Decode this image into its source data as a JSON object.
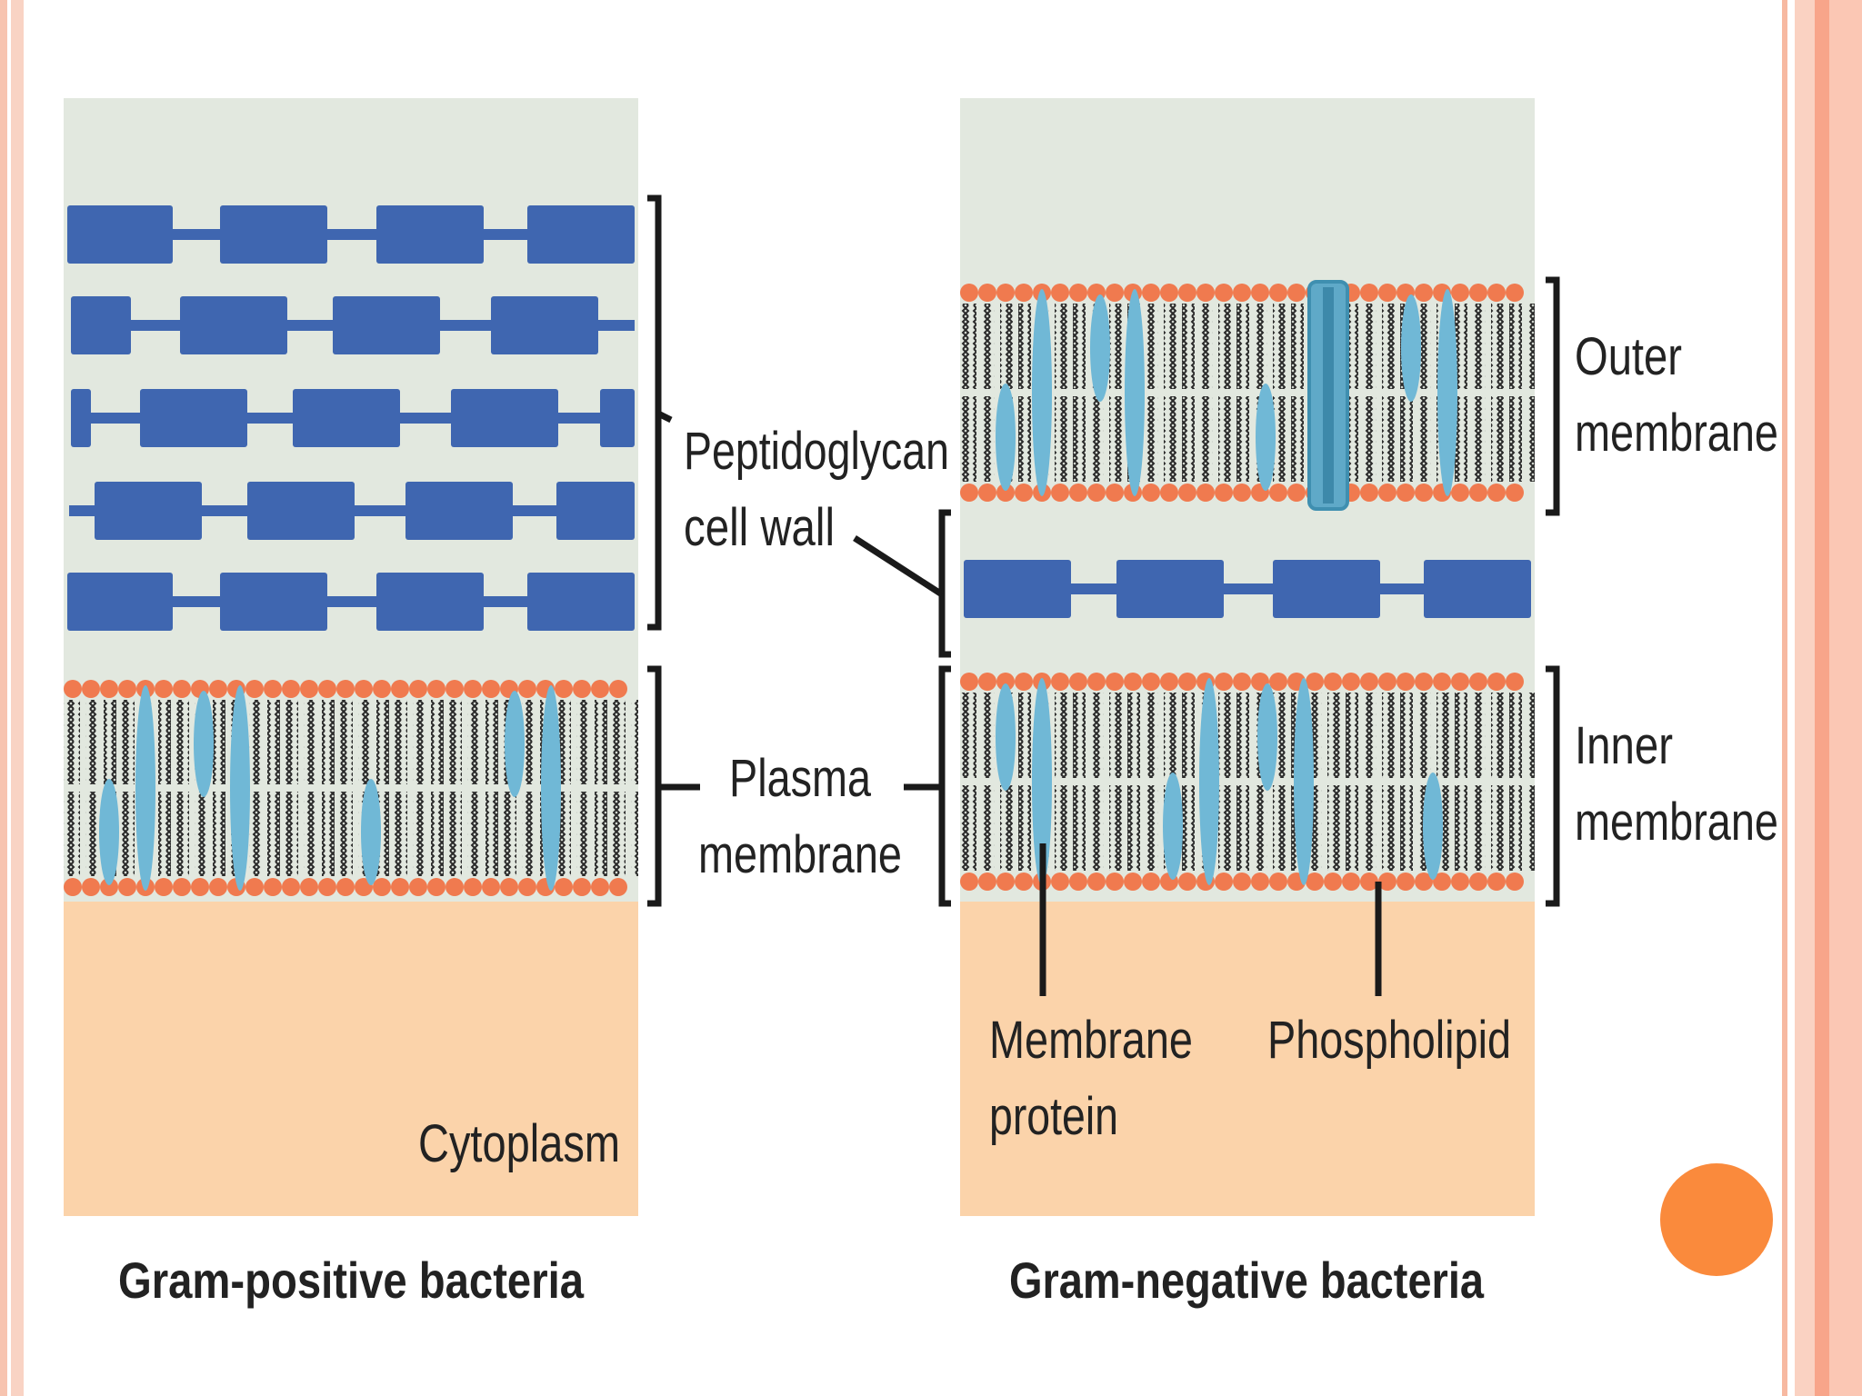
{
  "labels": {
    "peptidoglycan_line1": "Peptidoglycan",
    "peptidoglycan_line2": "cell wall",
    "plasma_line1": "Plasma",
    "plasma_line2": "membrane",
    "outer_line1": "Outer",
    "outer_line2": "membrane",
    "inner_line1": "Inner",
    "inner_line2": "membrane",
    "membrane_protein_line1": "Membrane",
    "membrane_protein_line2": "protein",
    "phospholipid": "Phospholipid",
    "cytoplasm": "Cytoplasm"
  },
  "captions": {
    "gram_positive": "Gram-positive bacteria",
    "gram_negative": "Gram-negative bacteria"
  },
  "colors": {
    "background_panel": "#e2e8df",
    "cytoplasm": "#fbd3aa",
    "peptidoglycan": "#3f66b0",
    "lipid_head": "#f07a4f",
    "protein": "#70b8d6",
    "bracket": "#1a1a1a",
    "accent_dot": "#fa8a3c"
  },
  "decorations": {
    "accent_dot": "orange-circle"
  }
}
